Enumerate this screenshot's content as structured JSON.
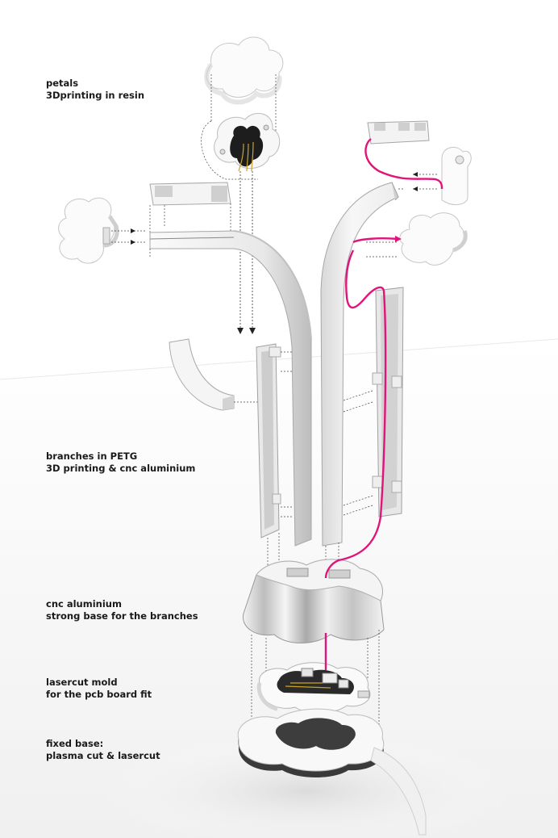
{
  "labels": {
    "petals": {
      "line1": "petals",
      "line2": "3Dprinting in resin"
    },
    "branches": {
      "line1": "branches in PETG",
      "line2": "3D printing & cnc aluminium"
    },
    "base": {
      "line1": "cnc aluminium",
      "line2": "strong base for the branches"
    },
    "mold": {
      "line1": "lasercut mold",
      "line2": "for the pcb board fit"
    },
    "fixed": {
      "line1": "fixed base:",
      "line2": "plasma cut & lasercut"
    }
  },
  "colors": {
    "wire": "#e0147a",
    "part": "#f6f6f6",
    "part_shadow": "#cfcfcf",
    "part_edge": "#9a9a9a",
    "aluminium": "#d9d9d9",
    "pcb": "#2a2a2a",
    "gold": "#c9a227",
    "text": "#1a1a1a"
  }
}
